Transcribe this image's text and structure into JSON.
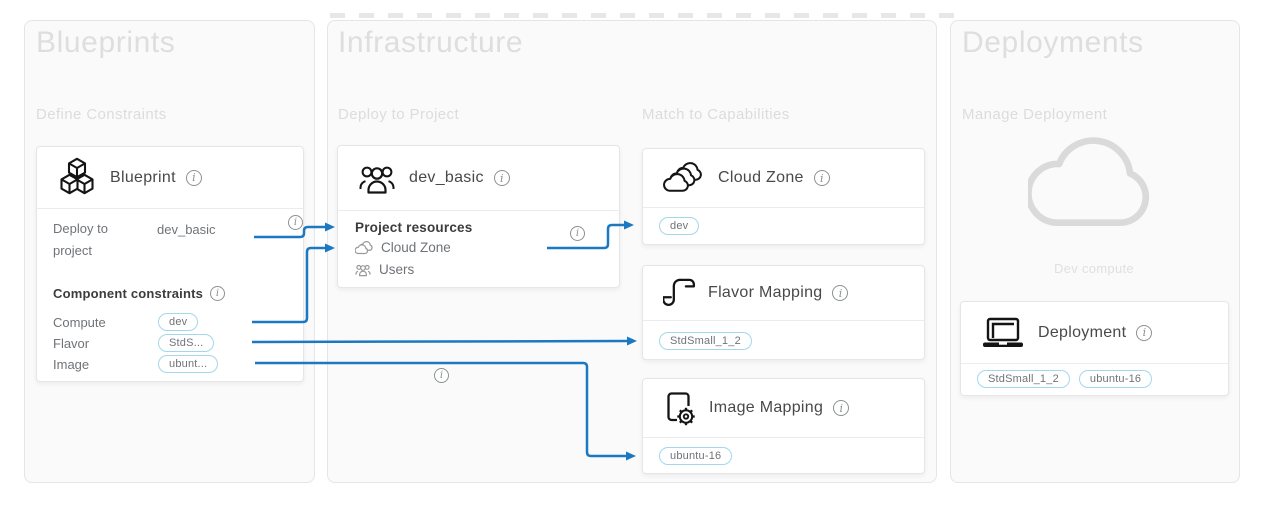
{
  "colors": {
    "arrow": "#1b78c1",
    "pill_border": "#a3d8ec",
    "panel_text": "#dedede"
  },
  "icons": {
    "info_glyph": "i"
  },
  "panels": {
    "blueprints": {
      "title": "Blueprints",
      "subtitle": "Define Constraints"
    },
    "infrastructure": {
      "title": "Infrastructure",
      "subtitle_left": "Deploy to Project",
      "subtitle_right": "Match to Capabilities"
    },
    "deployments": {
      "title": "Deployments",
      "subtitle": "Manage Deployment",
      "cloud_caption": "Dev compute"
    }
  },
  "blueprint_card": {
    "title": "Blueprint",
    "deploy_row": {
      "label_line1": "Deploy to",
      "label_line2": "project",
      "value": "dev_basic"
    },
    "constraints_heading": "Component constraints",
    "constraint_rows": [
      {
        "label": "Compute",
        "value": "dev"
      },
      {
        "label": "Flavor",
        "value": "StdS..."
      },
      {
        "label": "Image",
        "value": "ubunt..."
      }
    ]
  },
  "project_card": {
    "title": "dev_basic",
    "heading": "Project resources",
    "resources": [
      {
        "label": "Cloud Zone"
      },
      {
        "label": "Users"
      }
    ]
  },
  "cloud_zone_card": {
    "title": "Cloud Zone",
    "tag": "dev"
  },
  "flavor_card": {
    "title": "Flavor Mapping",
    "tag": "StdSmall_1_2"
  },
  "image_card": {
    "title": "Image Mapping",
    "tag": "ubuntu-16"
  },
  "deployment_card": {
    "title": "Deployment",
    "tags": [
      "StdSmall_1_2",
      "ubuntu-16"
    ]
  }
}
